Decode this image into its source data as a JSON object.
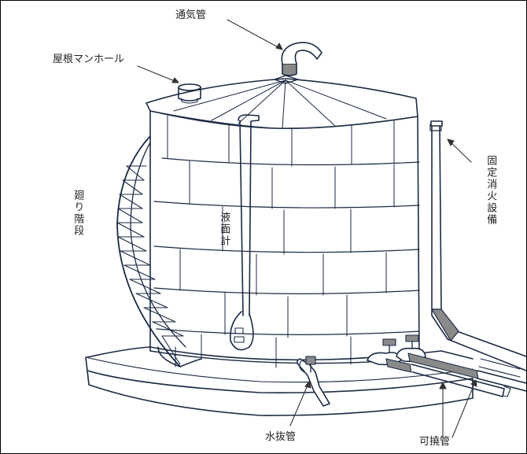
{
  "labels": {
    "vent_pipe": "通気管",
    "roof_manhole": "屋根マンホール",
    "spiral_stairs": "廻り階段",
    "level_gauge": "液面計",
    "fixed_fire_equipment": "固定消火設備",
    "drain_pipe": "水抜管",
    "flexible_pipe": "可撓管"
  },
  "colors": {
    "stroke": "#1b2a44",
    "fill_gray": "#8a8a8a",
    "background": "#ffffff",
    "text": "#222222"
  }
}
